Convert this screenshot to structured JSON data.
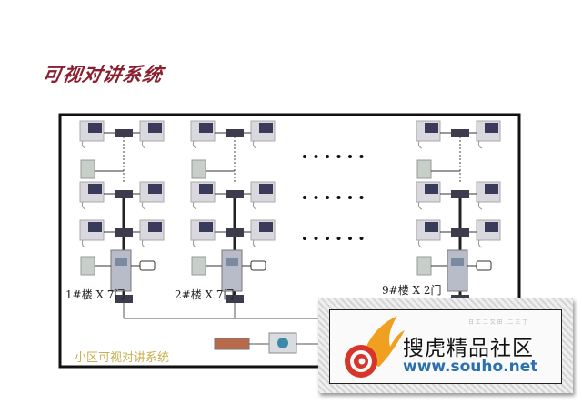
{
  "title": "可视对讲系统",
  "system_label": "小区可视对讲系统",
  "buildings": [
    {
      "label": "1#楼 X 7门"
    },
    {
      "label": "2#楼 X 7门"
    },
    {
      "label": "9#楼 X 2门"
    }
  ],
  "logo": {
    "name": "搜虎精品社区",
    "url": "www.souho.net",
    "small_text": "日 工 二 又 田 . 二 三 丁"
  },
  "colors": {
    "title": "#8a2030",
    "frame": "#111111",
    "url": "#2a6fb0",
    "system_label": "#c8b050"
  }
}
